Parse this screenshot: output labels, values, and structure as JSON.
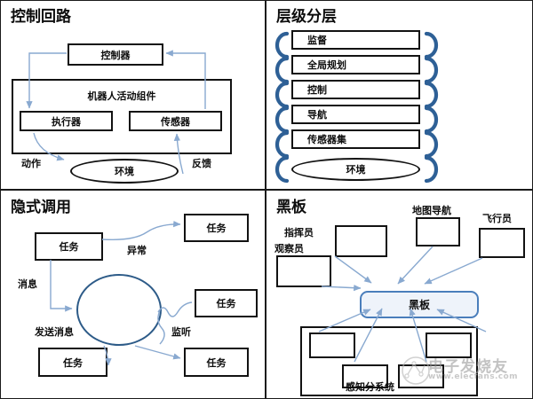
{
  "panels": {
    "control_loop": {
      "title": "控制回路",
      "controller": "控制器",
      "robot_group": "机器人活动组件",
      "actuator": "执行器",
      "sensor": "传感器",
      "environment": "环境",
      "action_label": "动作",
      "feedback_label": "反馈"
    },
    "hierarchical": {
      "title": "层级分层",
      "layers": [
        "监督",
        "全局规划",
        "控制",
        "导航",
        "传感器集"
      ],
      "environment": "环境"
    },
    "implicit_invocation": {
      "title": "隐式调用",
      "task_source": "任务",
      "task_exception": "任务",
      "task_listener": "任务",
      "task_receiver": "任务",
      "task_target": "任务",
      "exception_label": "异常",
      "message_label": "消息",
      "send_message_label": "发送消息",
      "listen_label": "监听"
    },
    "blackboard": {
      "title": "黑板",
      "blackboard_box": "黑板",
      "commander_label": "指挥员",
      "observer_label": "观察员",
      "map_nav_label": "地图导航",
      "pilot_label": "飞行员",
      "perception_subsystem_label": "感知分系统"
    }
  },
  "watermark": {
    "text": "电子发烧友",
    "url": "www.elecfans.com"
  },
  "colors": {
    "arrow_light_blue": "#89a9d0",
    "bracket_blue": "#2e6096",
    "box_border": "#121212",
    "rounded_box_border": "#4a7ebb",
    "rounded_box_fill": "#eef3fa"
  }
}
